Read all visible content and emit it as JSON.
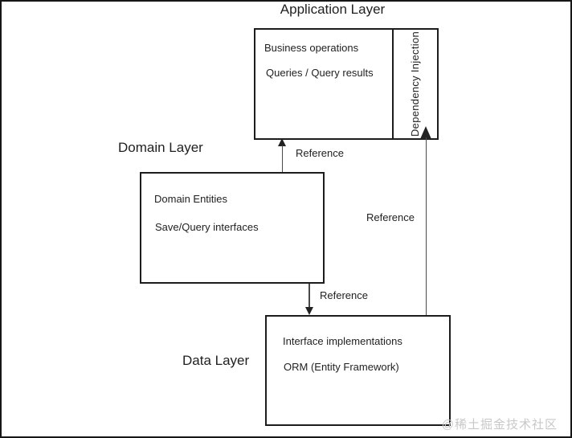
{
  "diagram": {
    "title": "Application Layer",
    "layer_labels": {
      "domain": "Domain Layer",
      "data": "Data Layer"
    },
    "boxes": {
      "application": {
        "lines": [
          "Business operations",
          "Queries / Query results"
        ],
        "side_label": "Dependency Injection"
      },
      "domain": {
        "lines": [
          "Domain Entities",
          "Save/Query interfaces"
        ]
      },
      "data": {
        "lines": [
          "Interface implementations",
          "ORM (Entity Framework)"
        ]
      }
    },
    "arrows": [
      {
        "id": "domain-to-application",
        "label": "Reference",
        "direction": "up"
      },
      {
        "id": "domain-to-data",
        "label": "Reference",
        "direction": "down"
      },
      {
        "id": "data-to-application",
        "label": "Reference",
        "direction": "up"
      }
    ],
    "watermark": "@稀土掘金技术社区",
    "colors": {
      "background": "#ffffff",
      "box_border": "#1c1c1c",
      "arrow_line": "#4a4a4a",
      "text": "#1f1f1f",
      "watermark": "#c8c8c8"
    }
  }
}
